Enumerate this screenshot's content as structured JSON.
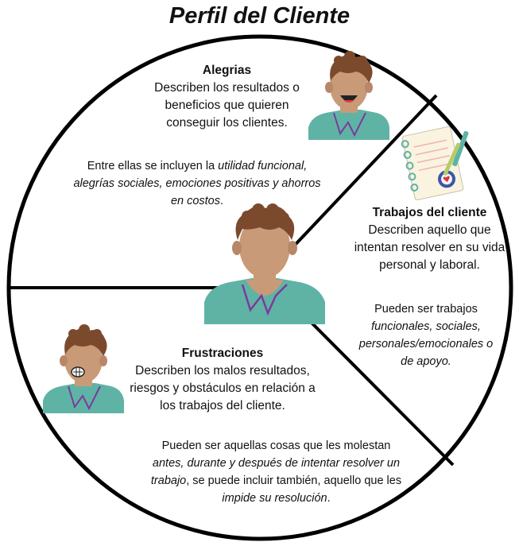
{
  "title": "Perfil del Cliente",
  "colors": {
    "skin": "#c99a78",
    "hair": "#7b4a2d",
    "shirt": "#5fb3a5",
    "collar": "#7a3b9c",
    "outline": "#000000"
  },
  "sections": {
    "alegrias": {
      "heading": "Alegrias",
      "description": [
        "Describen los resultados o",
        "beneficios que quieren",
        "conseguir los clientes."
      ],
      "note": {
        "prefix": "Entre ellas se incluyen la ",
        "italic1": "utilidad funcional,",
        "italic2": "alegrías sociales, emociones positivas y ahorros",
        "italic3": "en costos",
        "suffix": "."
      }
    },
    "trabajos": {
      "heading": "Trabajos del cliente",
      "description": [
        "Describen aquello que",
        "intentan resolver en su vida",
        "personal y laboral."
      ],
      "note": {
        "plain": "Pueden ser trabajos",
        "italic1": "funcionales, sociales,",
        "italic2": "personales/emocionales o",
        "italic3": "de apoyo."
      }
    },
    "frustraciones": {
      "heading": "Frustraciones",
      "description": [
        "Describen los malos resultados,",
        "riesgos y obstáculos en relación a",
        "los trabajos del cliente."
      ],
      "note": {
        "plain1": "Pueden ser aquellas cosas que les molestan",
        "italic1": "antes, durante y después de intentar resolver un",
        "italic2": "trabajo",
        "plain2": ", se puede incluir también, aquello que les",
        "italic3": "impide su resolución",
        "plain3": "."
      }
    }
  }
}
